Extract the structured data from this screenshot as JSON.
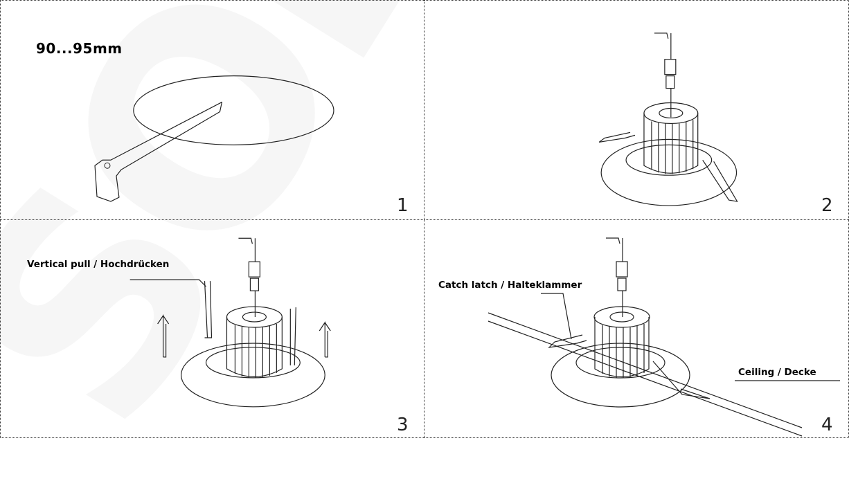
{
  "panels": [
    {
      "number": "1",
      "measurement": "90...95mm"
    },
    {
      "number": "2"
    },
    {
      "number": "3",
      "label": "Vertical pull / Hochdrücken"
    },
    {
      "number": "4",
      "label_latch": "Catch latch / Halteklammer",
      "label_ceiling": "Ceiling / Decke"
    }
  ],
  "watermark": "SOL"
}
